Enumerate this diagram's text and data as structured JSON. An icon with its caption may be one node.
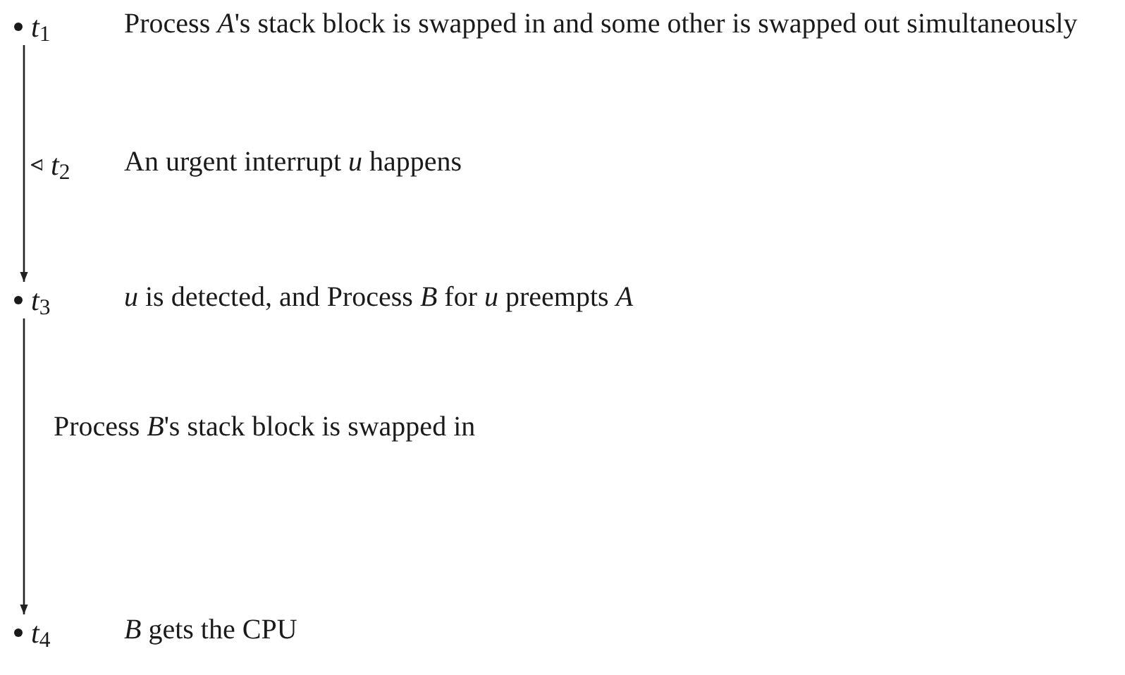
{
  "diagram": {
    "nodes": [
      {
        "text": [
          "*t*$_{1}$"
        ],
        "beside": [
          "Process *A*'s stack block is swapped in and some other is swapped out simultaneously"
        ]
      },
      {
        "text": [
          "*t*$_{2}$"
        ],
        "beside": [
          "An urgent interrupt *u* happens"
        ]
      },
      {
        "text": [
          "*t*$_{3}$"
        ],
        "beside": [
          "*u* is detected, and Process *B* for *u* preempts *A*"
        ]
      },
      {
        "text": [
          "*t*$_{4}$"
        ],
        "beside": [
          "*B* gets the CPU"
        ]
      }
    ],
    "edges": [
      {
        "from": 0,
        "to": 2,
        "arrow": "to"
      },
      {
        "from": 2,
        "to": 3,
        "arrow": "to"
      }
    ],
    "labels": [
      "Process *B*'s stack block is swapped in"
    ]
  }
}
